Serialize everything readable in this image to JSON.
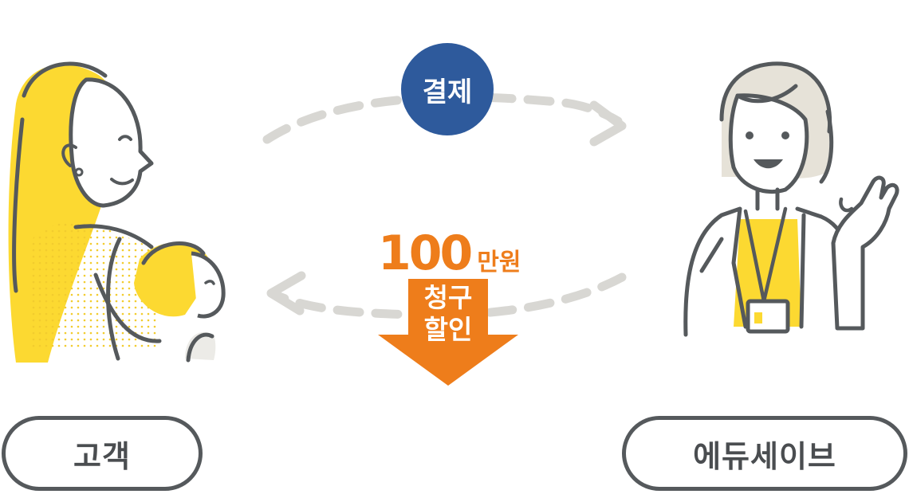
{
  "labels": {
    "customer": "고객",
    "company": "에듀세이브",
    "payment": "결제",
    "amount_number": "100",
    "amount_unit": "만원",
    "discount_line1": "청구",
    "discount_line2": "할인"
  },
  "colors": {
    "payment_badge": "#2e5a9c",
    "discount_orange": "#ee7d1b",
    "accent_yellow": "#fcd931",
    "dashed_arrow": "#d8d7d3",
    "outline": "#55595c"
  },
  "icons": [
    "customer-illustration",
    "staff-illustration",
    "dashed-arrow-right",
    "dashed-arrow-left",
    "discount-down-arrow"
  ]
}
